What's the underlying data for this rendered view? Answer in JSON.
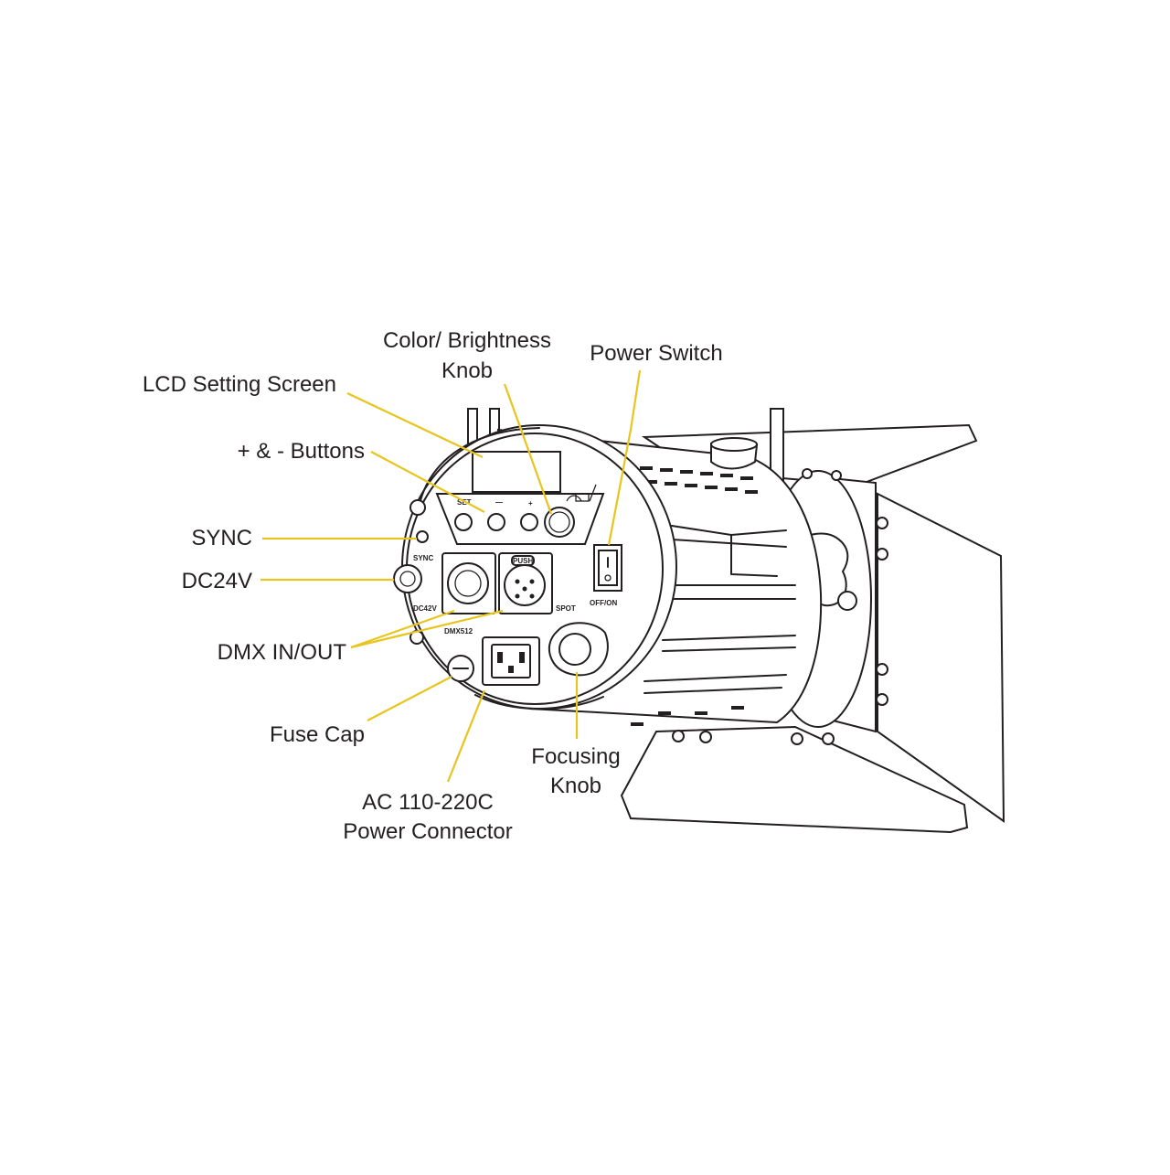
{
  "accent_color": "#e8c51e",
  "line_color": "#231f20",
  "callouts": {
    "color_brightness_knob": [
      "Color/ Brightness",
      "Knob"
    ],
    "power_switch": "Power Switch",
    "lcd_setting_screen": "LCD Setting Screen",
    "plus_minus_buttons": "+ & - Buttons",
    "sync": "SYNC",
    "dc24v": "DC24V",
    "dmx_in_out": "DMX IN/OUT",
    "fuse_cap": "Fuse Cap",
    "focusing_knob": [
      "Focusing",
      "Knob"
    ],
    "ac_power_connector": [
      "AC 110-220C",
      "Power Connector"
    ]
  },
  "panel_labels": {
    "set": "SET",
    "sync": "SYNC",
    "dc42v": "DC42V",
    "dmx512": "DMX512",
    "push": "PUSH",
    "spot": "SPOT",
    "off_on": "OFF/ON"
  }
}
